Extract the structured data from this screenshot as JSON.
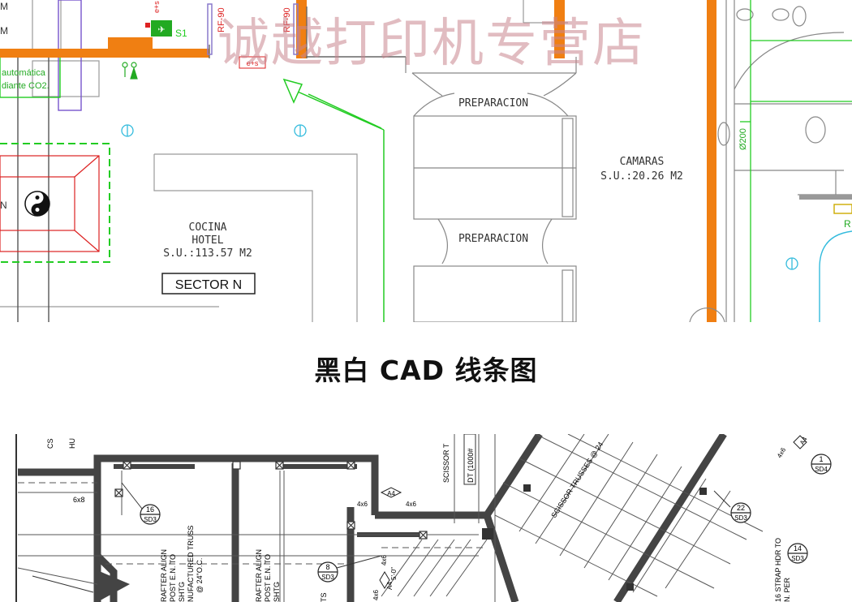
{
  "watermark": "诚越打印机专营店",
  "caption": "黑白 CAD 线条图",
  "colors": {
    "wall_orange": "#f07f12",
    "green_line": "#22cc22",
    "cyan_line": "#33bbdd",
    "red_text": "#dd2222",
    "purple_line": "#7755cc",
    "dark_wall": "#444444",
    "watermark": "#c9868f"
  },
  "top_plan": {
    "edge_m1": "M",
    "edge_m2": "M",
    "edge_n": "N",
    "co2_line1": "automática",
    "co2_line2": "diante CO2.",
    "exit_sign": "S1",
    "exit_code": "e+s",
    "fire_door_1": "RF-90",
    "fire_door_2": "RF-90",
    "fire_door_code": "e+s",
    "preparacion_1": "PREPARACION",
    "preparacion_2": "PREPARACION",
    "camaras_name": "CAMARAS",
    "camaras_area": "S.U.:20.26  M2",
    "cocina_line1": "COCINA",
    "cocina_line2": "HOTEL",
    "cocina_area": "S.U.:113.57  M2",
    "sector": "SECTOR N",
    "pipe_dim": "Ø200",
    "edge_r": "R"
  },
  "bottom_plan": {
    "cs": "CS",
    "hu": "HU",
    "beam_6x8": "6x8",
    "beam_4x6_a": "4x6",
    "beam_4x6_b": "4x6",
    "beam_4x6_c": "4x6",
    "beam_4x6_d": "4x6",
    "beam_4x6_e": "4x6",
    "tag_a4_1": "A4",
    "tag_a4_2": "A4",
    "tag_a4_3": "A4",
    "dim_5_0": "5'-0\"",
    "scissor_vertical": "SCISSOR T",
    "dt_label": "DT (1000#",
    "scissor_diag": "SCISSOR TRUSSES @ 24",
    "detail_16": "16",
    "detail_22": "22",
    "detail_8": "8",
    "detail_1": "1",
    "detail_14": "14",
    "sd3_a": "SD3",
    "sd3_b": "SD3",
    "sd3_c": "SD3",
    "sd3_d": "SD3",
    "sd4": "SD4",
    "rafter1_l1": "RAFTER ALIGN",
    "rafter1_l2": "POST E.N. TO",
    "rafter1_l3": "SHTG",
    "rafter1_l4": "NUFACTURED TRUSS",
    "rafter1_l5": "@ 24\"O.C.",
    "rafter2_l1": "RAFTER ALIGN",
    "rafter2_l2": "POST E.N. TO",
    "rafter2_l3": "SHTG",
    "strap_l1": "16 STRAP HDR TO",
    "strap_l2": "N. PER",
    "partial_ts": "TS"
  }
}
